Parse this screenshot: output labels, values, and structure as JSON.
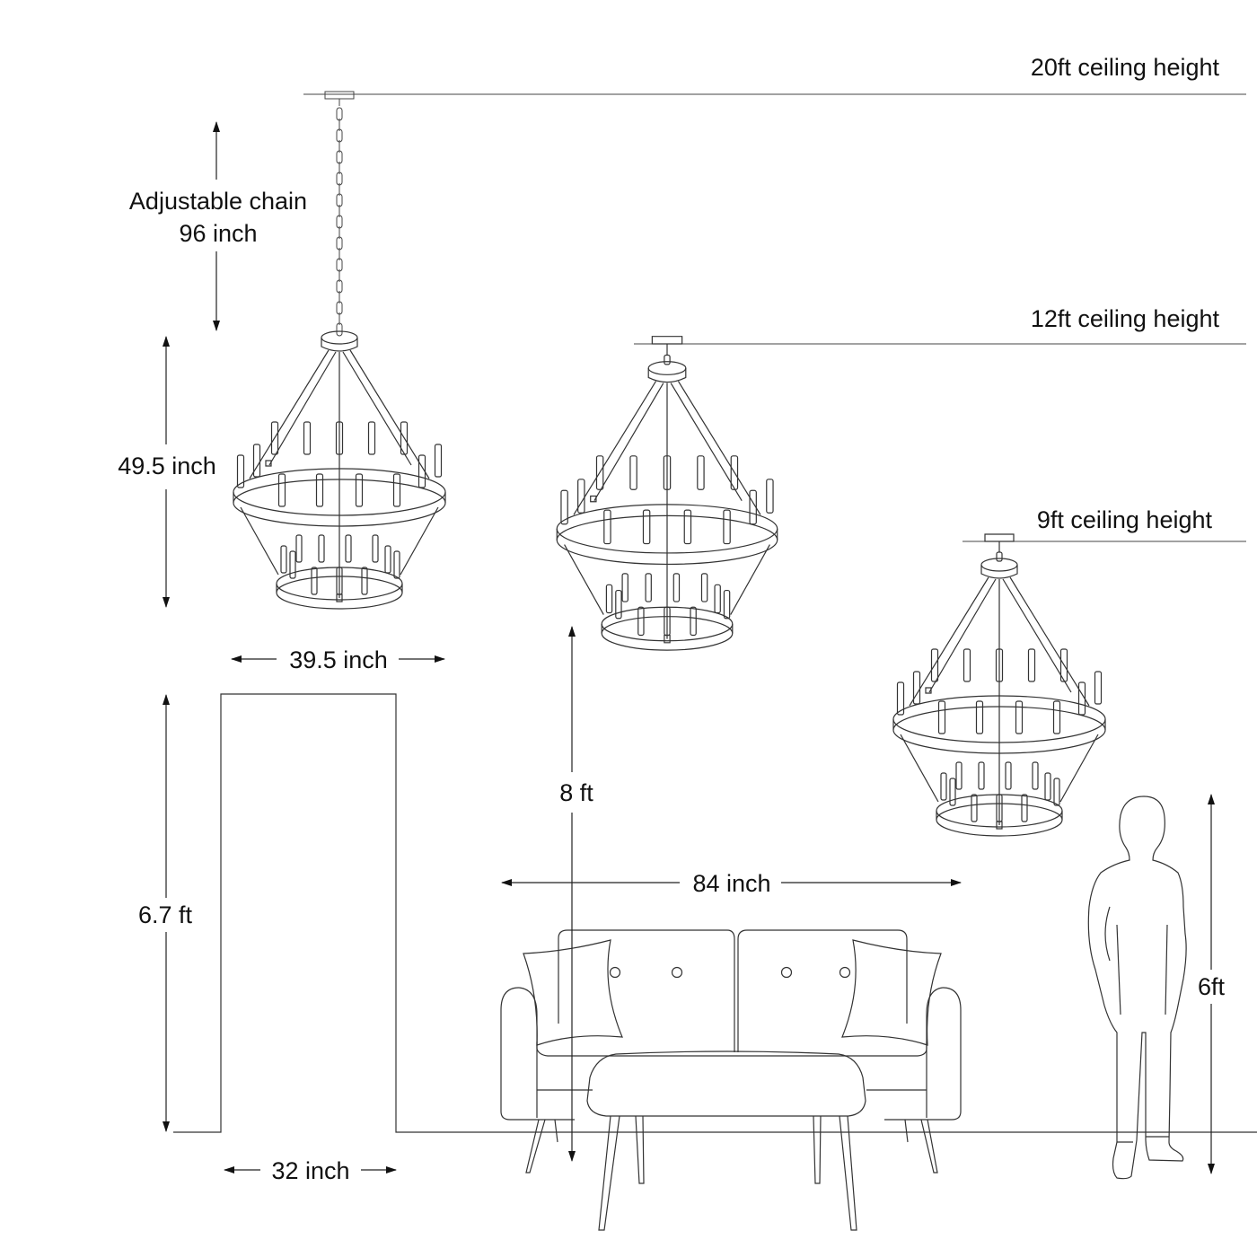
{
  "ceilings": {
    "c20": "20ft ceiling height",
    "c12": "12ft ceiling height",
    "c9": "9ft ceiling height"
  },
  "chain": {
    "line1": "Adjustable chain",
    "line2": "96 inch"
  },
  "dimensions": {
    "fixture_height": "49.5 inch",
    "fixture_width": "39.5 inch",
    "door_height": "6.7 ft",
    "door_width": "32 inch",
    "clearance_height": "8 ft",
    "sofa_width": "84 inch",
    "person_height": "6ft"
  },
  "colors": {
    "line": "#333333",
    "text": "#111111",
    "background": "#ffffff"
  }
}
